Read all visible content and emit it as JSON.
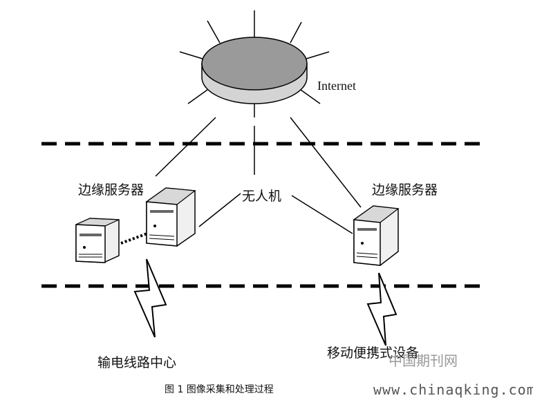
{
  "diagram": {
    "internet_label": "Internet",
    "edge_server_left_label": "边缘服务器",
    "edge_server_right_label": "边缘服务器",
    "uav_label": "无人机",
    "power_center_label": "输电线路中心",
    "mobile_device_label": "移动便携式设备"
  },
  "caption": "图 1  图像采集和处理过程",
  "watermark": {
    "site": "www.chinaqking.com",
    "name": "中国期刊网"
  }
}
